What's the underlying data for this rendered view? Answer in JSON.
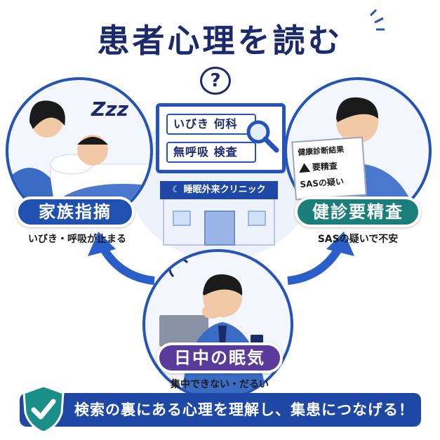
{
  "title": "患者心理を読む",
  "search_queries": [
    "いびき 何科",
    "無呼吸 検査"
  ],
  "question_mark": "?",
  "clinic_sign": "睡眠外来クリニック",
  "left": {
    "label": "家族指摘",
    "caption": "いびき・呼吸が止まる"
  },
  "right": {
    "label": "健診要精査",
    "caption": "SASの疑いで不安",
    "document": {
      "title": "健康診断結果",
      "line1": "要精査",
      "line2": "SASの疑い"
    }
  },
  "bottom": {
    "label": "日中の眠気",
    "caption": "集中できない・だるい"
  },
  "banner": "検索の裏にある心理を理解し、集患につなげる！",
  "sleep_text": "Zzz",
  "colors": {
    "navy": "#1b2a6b",
    "blue": "#2554b8",
    "teal": "#1a7f7a",
    "purple": "#5a3a9a"
  }
}
